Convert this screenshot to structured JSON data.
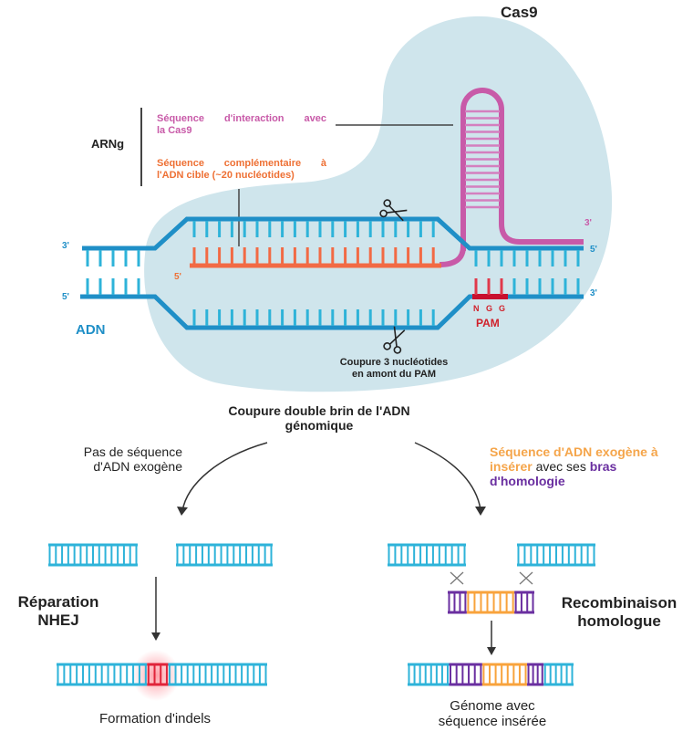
{
  "title": "Cas9",
  "colors": {
    "cas9_bg": "#cfe5ec",
    "dna_blue": "#1f8fc7",
    "dna_light": "#2eb3d9",
    "grna_pink": "#c85aa8",
    "grna_orange": "#f26a44",
    "pam_red": "#c8102e",
    "insert_orange": "#f8a33c",
    "homology_purple": "#6a2fa0",
    "indel_red": "#e0243a"
  },
  "grna": {
    "label": "ARNg",
    "interaction_line1": "Séquence d'interaction avec",
    "interaction_line2": "la Cas9",
    "complementary_line1": "Séquence complémentaire à",
    "complementary_line2": "l'ADN cible (~20 nucléotides)"
  },
  "dna": {
    "label": "ADN",
    "end_labels": {
      "top_left": "3'",
      "bottom_left": "5'",
      "grna_5": "5'",
      "grna_3": "3'",
      "top_right": "5'",
      "bottom_right": "3'"
    },
    "pam_label": "PAM",
    "pam_bases": [
      "N",
      "G",
      "G"
    ]
  },
  "cut_note": {
    "line1": "Coupure 3 nucléotides",
    "line2": "en amont du PAM"
  },
  "double_strand_break": {
    "line1": "Coupure double brin de l'ADN",
    "line2": "génomique"
  },
  "left_branch": {
    "condition_line1": "Pas de séquence",
    "condition_line2": "d'ADN exogène",
    "pathway_line1": "Réparation",
    "pathway_line2": "NHEJ",
    "result": "Formation d'indels"
  },
  "right_branch": {
    "condition_part1": "Séquence d'ADN exogène à",
    "condition_part2": "insérer",
    "condition_part3": " avec ses ",
    "condition_part4": "bras",
    "condition_part5": "d'homologie",
    "pathway_line1": "Recombinaison",
    "pathway_line2": "homologue",
    "result_line1": "Génome avec",
    "result_line2": "séquence insérée"
  }
}
